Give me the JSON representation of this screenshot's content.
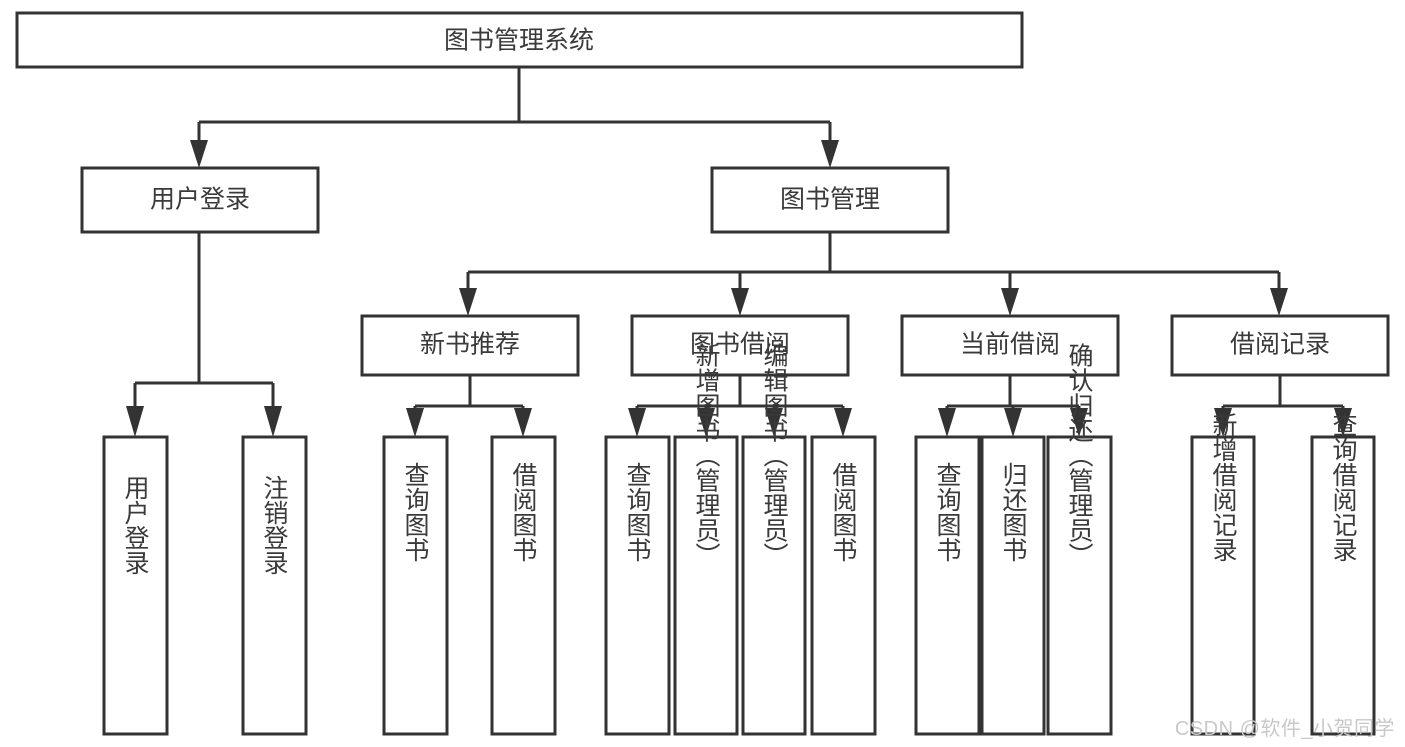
{
  "diagram": {
    "title": "图书管理系统",
    "watermark": "CSDN @软件_小贺同学",
    "colors": {
      "stroke": "#333333",
      "text": "#3a3a3a",
      "background": "#ffffff",
      "watermark": "#c9c9c9"
    },
    "root": {
      "label": "图书管理系统"
    },
    "level1": [
      {
        "label": "用户登录"
      },
      {
        "label": "图书管理"
      }
    ],
    "level2": [
      {
        "label": "新书推荐"
      },
      {
        "label": "图书借阅"
      },
      {
        "label": "当前借阅"
      },
      {
        "label": "借阅记录"
      }
    ],
    "leaves": {
      "user_login": [
        {
          "label": "用户登录"
        },
        {
          "label": "注销登录"
        }
      ],
      "new_book_recommend": [
        {
          "label": "查询图书"
        },
        {
          "label": "借阅图书"
        }
      ],
      "book_borrow": [
        {
          "label": "查询图书"
        },
        {
          "label": "新增图书（管理员）"
        },
        {
          "label": "编辑图书（管理员）"
        },
        {
          "label": "借阅图书"
        }
      ],
      "current_borrow": [
        {
          "label": "查询图书"
        },
        {
          "label": "归还图书"
        },
        {
          "label": "确认归还（管理员）"
        }
      ],
      "borrow_records": [
        {
          "label": "新增借阅记录"
        },
        {
          "label": "查询借阅记录"
        }
      ]
    }
  }
}
